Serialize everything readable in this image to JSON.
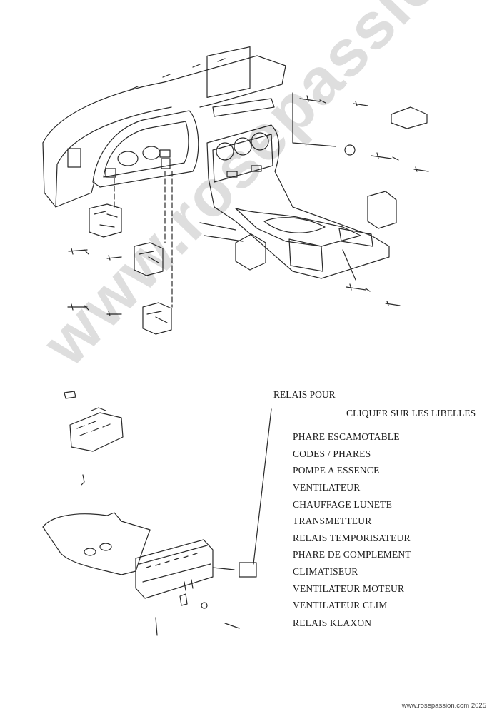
{
  "diagram": {
    "heading_relais": "RELAIS POUR",
    "instruction": "CLIQUER SUR LES LIBELLES",
    "relay_labels": [
      "PHARE ESCAMOTABLE",
      "CODES / PHARES",
      "POMPE A ESSENCE",
      "VENTILATEUR",
      "CHAUFFAGE LUNETE",
      "TRANSMETTEUR",
      "RELAIS TEMPORISATEUR",
      "PHARE DE COMPLEMENT",
      "CLIMATISEUR",
      "VENTILATEUR MOTEUR",
      "VENTILATEUR CLIM",
      "RELAIS KLAXON"
    ]
  },
  "watermark": "www.rosepassion.com",
  "footer": "www.rosepassion.com 2025"
}
